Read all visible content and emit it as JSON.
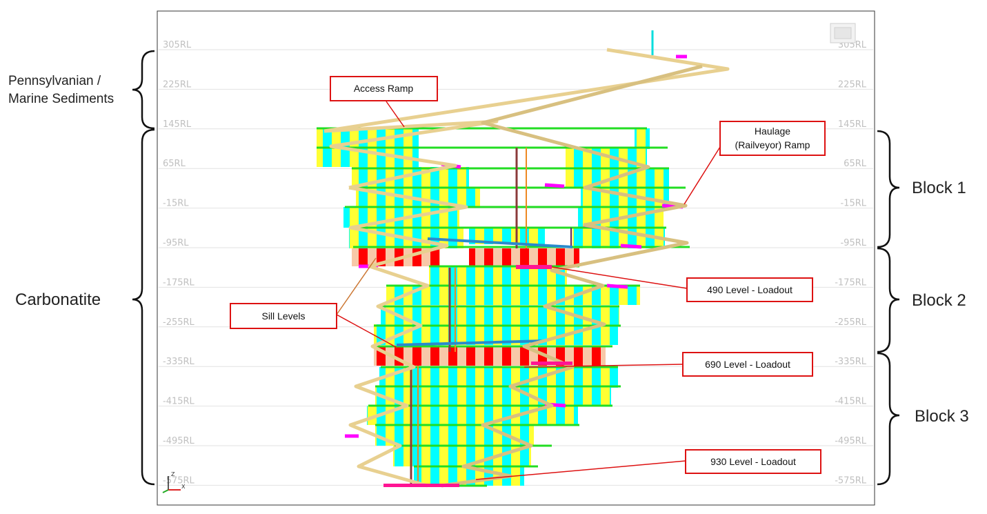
{
  "rl_levels": [
    "305RL",
    "225RL",
    "145RL",
    "65RL",
    "-15RL",
    "-95RL",
    "-175RL",
    "-255RL",
    "-335RL",
    "-415RL",
    "-495RL",
    "-575RL"
  ],
  "left_groups": {
    "pennsylvanian_line1": "Pennsylvanian /",
    "pennsylvanian_line2": "Marine Sediments",
    "carbonatite": "Carbonatite"
  },
  "right_groups": {
    "block1": "Block 1",
    "block2": "Block 2",
    "block3": "Block 3"
  },
  "callouts": {
    "access_ramp": "Access Ramp",
    "haulage_line1": "Haulage",
    "haulage_line2": "(Railveyor) Ramp",
    "sill_levels": "Sill Levels",
    "level_490": "490 Level - Loadout",
    "level_690": "690 Level - Loadout",
    "level_930": "930 Level - Loadout"
  },
  "axis_triad": {
    "z": "Z",
    "x": "X"
  },
  "colors": {
    "stope_cyan": "#00ffff",
    "stope_yellow": "#ffff33",
    "sill_red": "#ff0000",
    "sill_peach": "#f8c8a8",
    "level_green": "#22dd22",
    "ramp_tan": "#e8d090",
    "callout_red": "#dd1111",
    "drive_magenta": "#ff00ff"
  }
}
